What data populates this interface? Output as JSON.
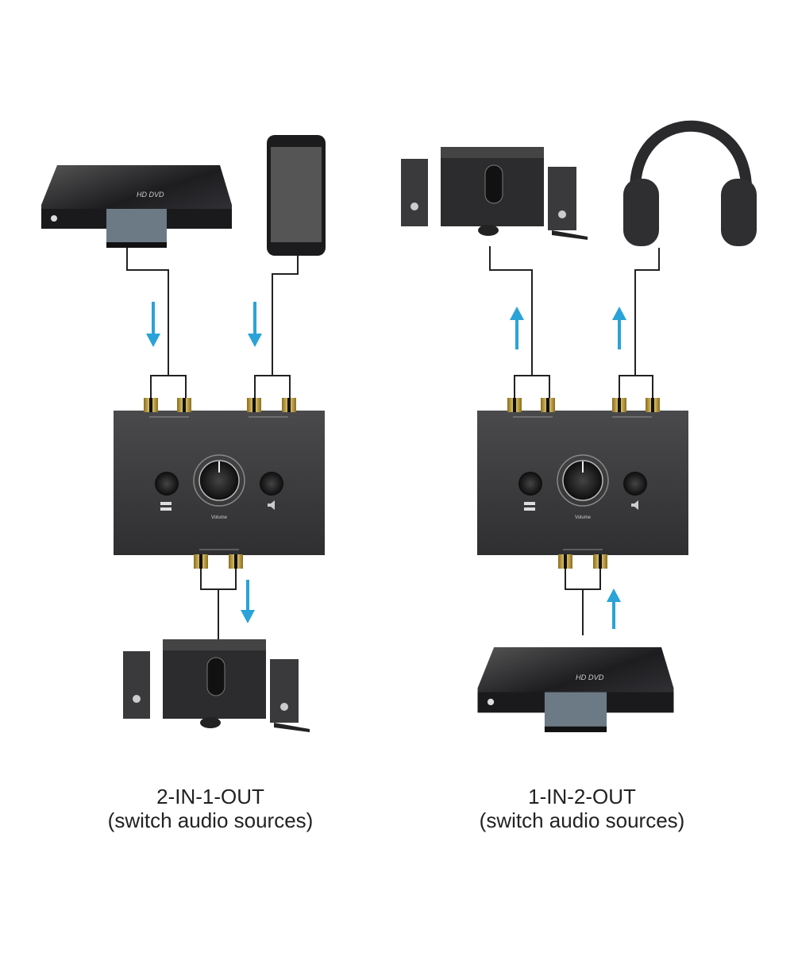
{
  "left": {
    "title": "2-IN-1-OUT",
    "subtitle": "(switch audio sources)",
    "knob_label": "Volume"
  },
  "right": {
    "title": "1-IN-2-OUT",
    "subtitle": "(switch audio sources)",
    "knob_label": "Volume"
  },
  "colors": {
    "arrow": "#2aa3d8",
    "device": "#3a3a3c",
    "jack_gold": "#c9a640",
    "wire": "#222222"
  },
  "icons": [
    "blu-ray-player-icon",
    "smartphone-icon",
    "speaker-system-icon",
    "headphones-icon",
    "arrow-down-icon",
    "arrow-up-icon"
  ]
}
